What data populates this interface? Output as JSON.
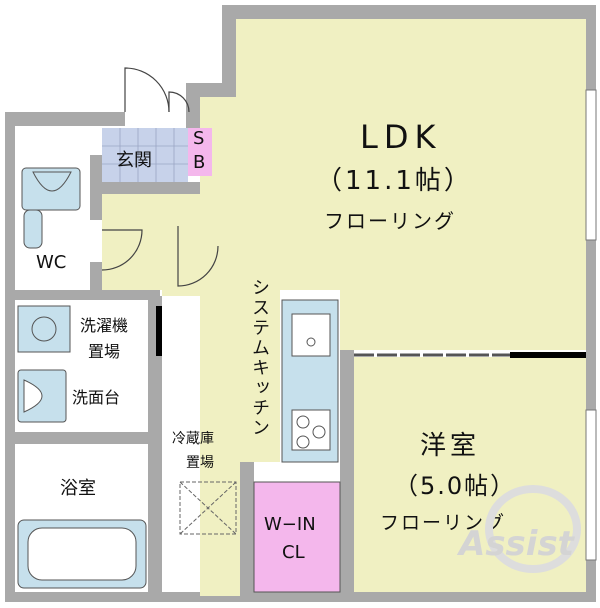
{
  "colors": {
    "wall": "#a9a9a9",
    "wall_dark": "#000000",
    "floor_wood": "#f0f0c2",
    "floor_tile": "#c7d2ea",
    "closet": "#f4b7ec",
    "fixture": "#c6e0ec",
    "wet_area": "#ffffff"
  },
  "rooms": {
    "ldk": {
      "name": "LDK",
      "size": "（11.1帖）",
      "floor": "フローリング"
    },
    "western": {
      "name": "洋室",
      "size": "（5.0帖）",
      "floor": "フローリング"
    },
    "entrance": {
      "name": "玄関"
    },
    "storage": {
      "line1": "S",
      "line2": "B"
    },
    "wc": {
      "name": "WC"
    },
    "washer": {
      "line1": "洗濯機",
      "line2": "置場"
    },
    "washbasin": {
      "name": "洗面台"
    },
    "bath": {
      "name": "浴室"
    },
    "fridge": {
      "line1": "冷蔵庫",
      "line2": "置場"
    },
    "kitchen": {
      "name": "システムキッチン"
    },
    "closet": {
      "line1": "W−IN",
      "line2": "CL"
    }
  },
  "watermark": {
    "text": "Assist",
    "icon": "assist-logo-icon"
  }
}
